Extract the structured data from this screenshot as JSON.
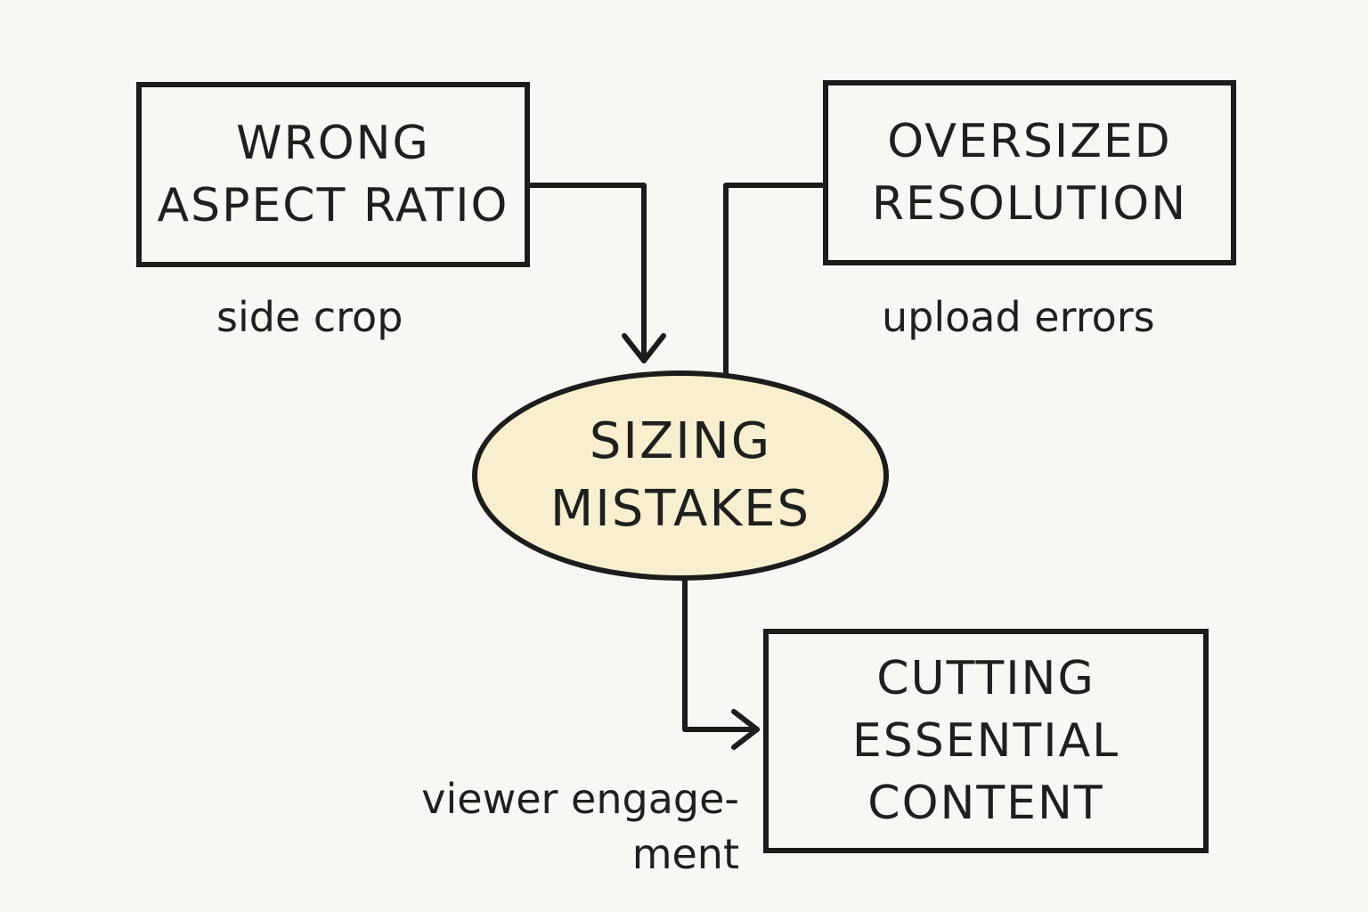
{
  "diagram": {
    "center": {
      "lines": [
        "SIZING",
        "MISTAKES"
      ],
      "fill": "#f8efcf"
    },
    "nodes": {
      "wrong_aspect": {
        "lines": [
          "WRONG",
          "ASPECT RATIO"
        ],
        "caption": "side crop"
      },
      "oversized": {
        "lines": [
          "OVERSIZED",
          "RESOLUTION"
        ],
        "caption": "upload errors"
      },
      "cutting": {
        "lines": [
          "CUTTING",
          "ESSENTIAL",
          "CONTENT"
        ],
        "caption_lines": [
          "viewer engage-",
          "ment"
        ]
      }
    },
    "colors": {
      "ink": "#1c1c1c",
      "background": "#f8f7f3"
    }
  }
}
